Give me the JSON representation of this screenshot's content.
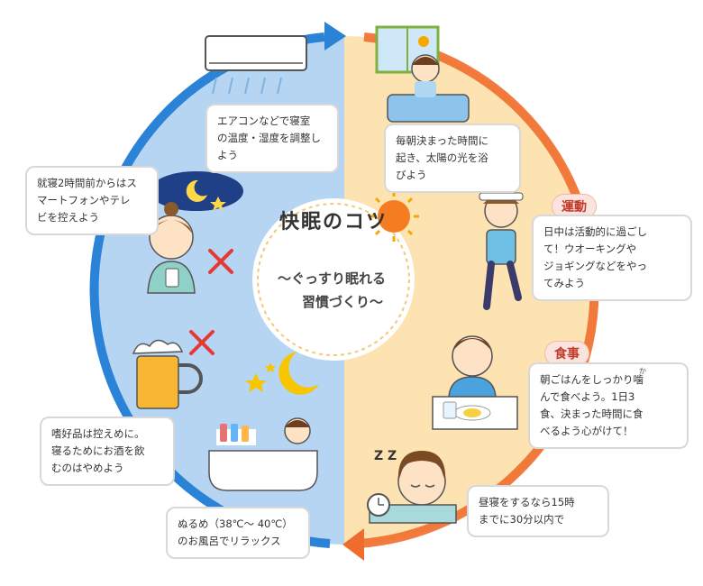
{
  "center": {
    "title": "快眠のコツ",
    "subtitle_line1": "～ぐっすり眠れる",
    "subtitle_line2": "習慣づくり～"
  },
  "tips": {
    "aircon": "エアコンなどで寝室\nの温度・湿度を調整し\nよう",
    "morning": "毎朝決まった時間に\n起き、太陽の光を浴\nびよう",
    "smartphone": "就寝2時間前からはス\nマートフォンやテレ\nビを控えよう",
    "exercise_tag": "運動",
    "exercise": "日中は活動的に過ごし\nて！ウオーキングや\nジョギングなどをやっ\nてみよう",
    "meal_tag": "食事",
    "meal": "朝ごはんをしっかり噛\nんで食べよう。1日3\n食、決まった時間に食\nべるよう心がけて！",
    "alcohol": "嗜好品は控えめに。\n寝るためにお酒を飲\nむのはやめよう",
    "nap": "昼寝をするなら15時\nまでに30分以内で",
    "bath": "ぬるめ（38℃～ 40℃）\nのお風呂でリラックス"
  },
  "meal_ruby": "か",
  "zzz": "Z Z",
  "colors": {
    "night": "#b6d5f2",
    "day": "#fde3b1",
    "arrow_blue": "#2a83d6",
    "arrow_orange": "#ef6d2c",
    "tag_red": "#c0392b"
  }
}
